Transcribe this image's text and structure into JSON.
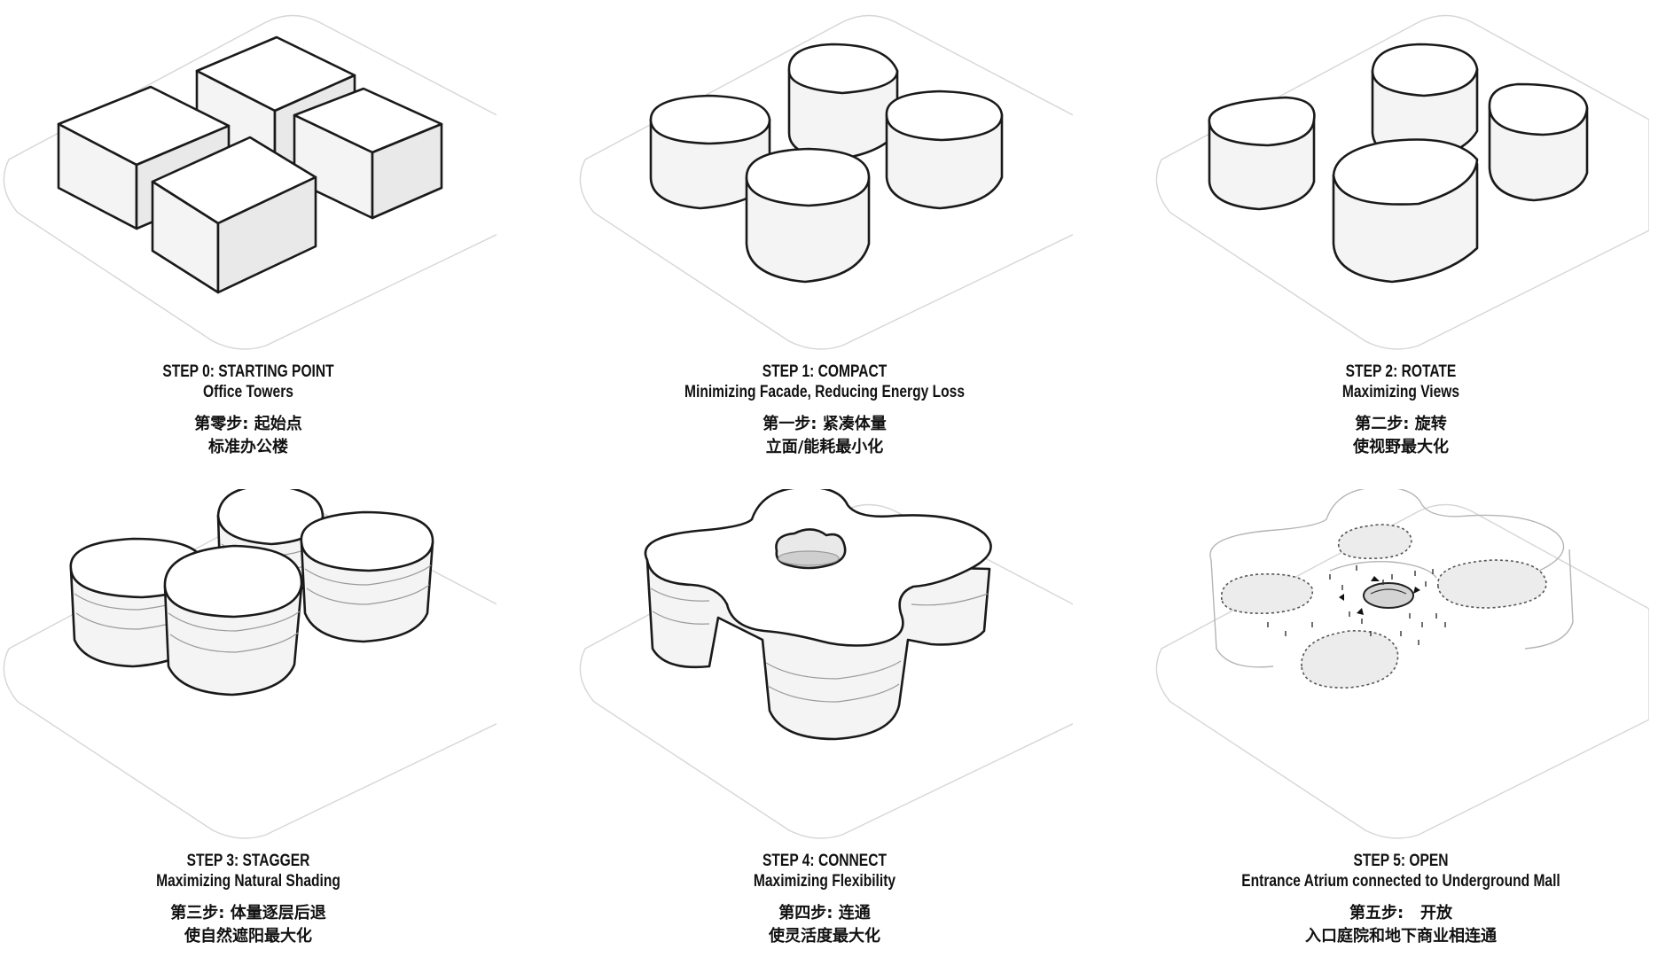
{
  "steps": [
    {
      "title": "STEP 0: STARTING POINT",
      "subtitle": "Office Towers",
      "cn_title": "第零步: 起始点",
      "cn_subtitle": "标准办公楼"
    },
    {
      "title": "STEP 1: COMPACT",
      "subtitle": "Minimizing Facade, Reducing Energy Loss",
      "cn_title": "第一步: 紧凑体量",
      "cn_subtitle": "立面/能耗最小化"
    },
    {
      "title": "STEP 2: ROTATE",
      "subtitle": "Maximizing Views",
      "cn_title": "第二步: 旋转",
      "cn_subtitle": "使视野最大化"
    },
    {
      "title": "STEP 3: STAGGER",
      "subtitle": "Maximizing Natural Shading",
      "cn_title": "第三步: 体量逐层后退",
      "cn_subtitle": "使自然遮阳最大化"
    },
    {
      "title": "STEP 4: CONNECT",
      "subtitle": "Maximizing Flexibility",
      "cn_title": "第四步: 连通",
      "cn_subtitle": "使灵活度最大化"
    },
    {
      "title": "STEP 5: OPEN",
      "subtitle": "Entrance Atrium connected to Underground Mall",
      "cn_title": "第五步:   开放",
      "cn_subtitle": "入口庭院和地下商业相连通"
    }
  ]
}
